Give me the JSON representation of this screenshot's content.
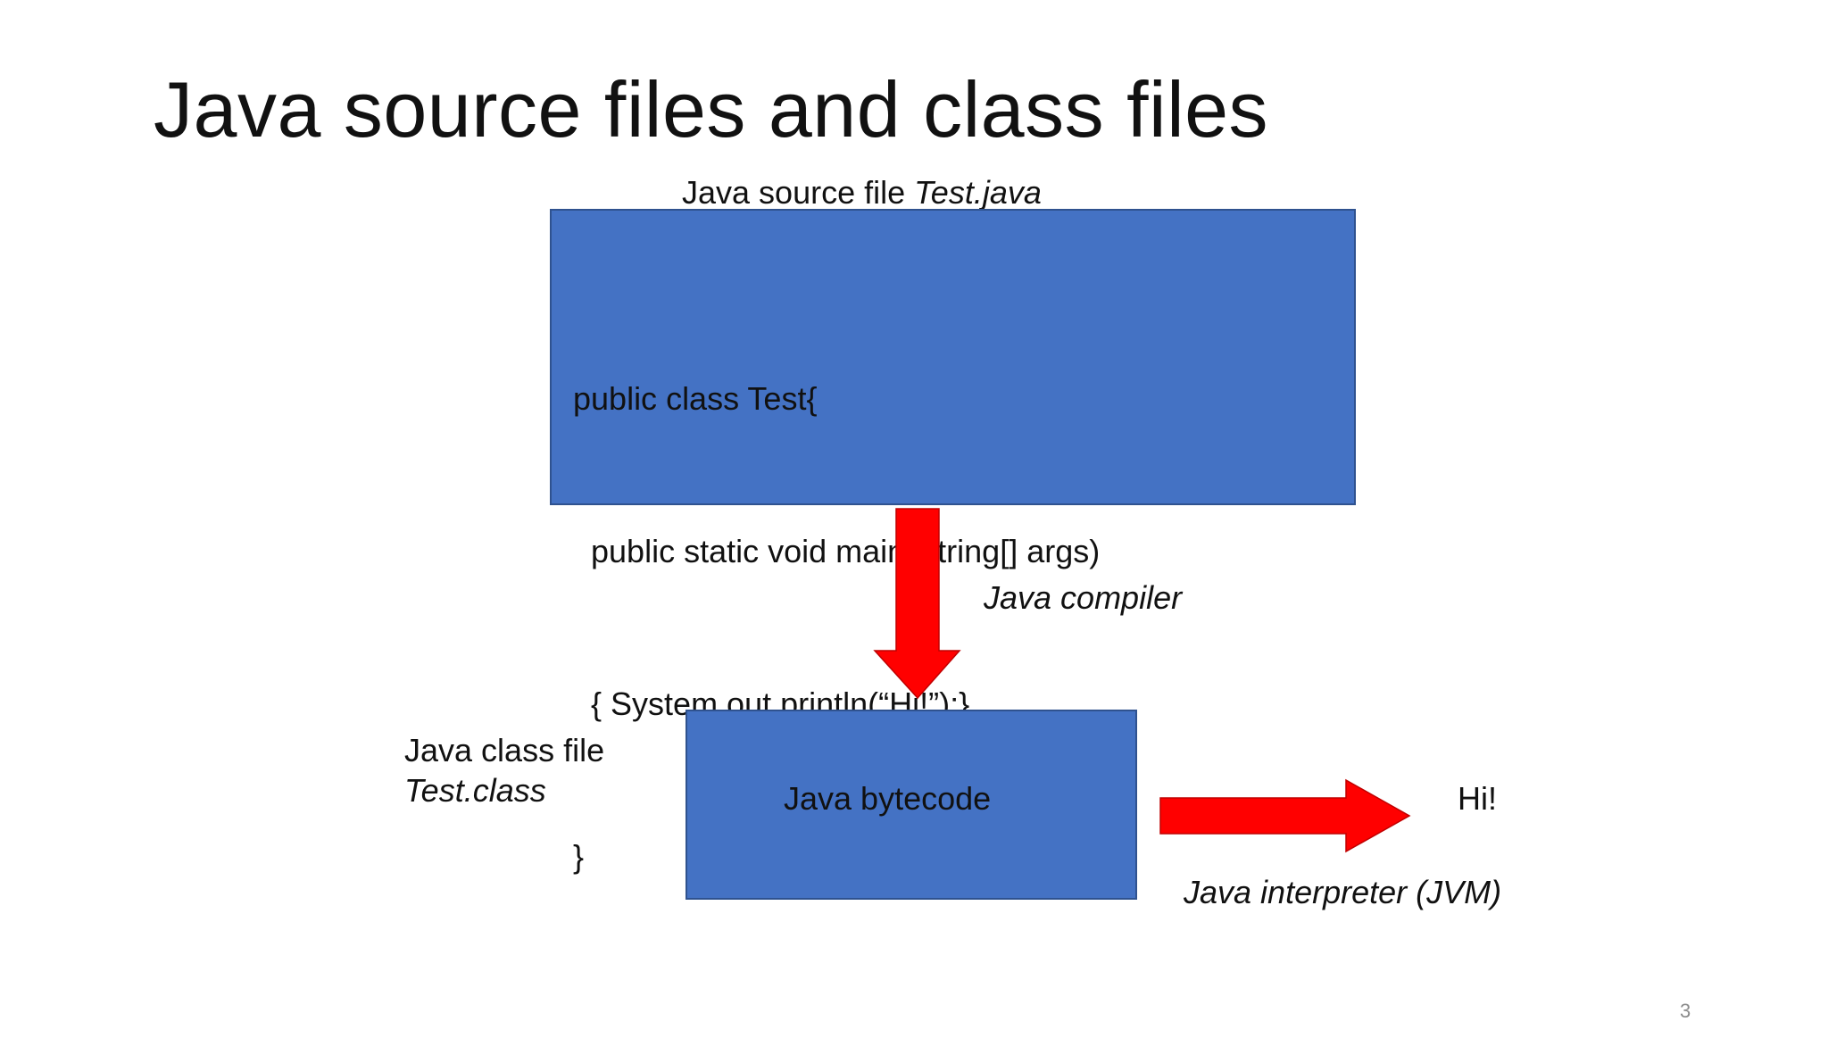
{
  "slide": {
    "title": "Java source files and class files",
    "page_number": "3"
  },
  "source_file": {
    "label": "Java source file ",
    "filename": "Test.java",
    "code_lines": [
      "public class Test{",
      "  public static void main(String[] args)",
      "  { System.out.println(“Hi!”);}",
      "}"
    ]
  },
  "compiler": {
    "label": "Java compiler"
  },
  "class_file": {
    "label": "Java class file",
    "filename": "Test.class",
    "box_text": "Java bytecode"
  },
  "interpreter": {
    "label": "Java interpreter (JVM)",
    "output": "Hi!"
  },
  "colors": {
    "box_fill": "#4472C4",
    "box_border": "#2F528F",
    "arrow_fill": "#FF0000"
  }
}
